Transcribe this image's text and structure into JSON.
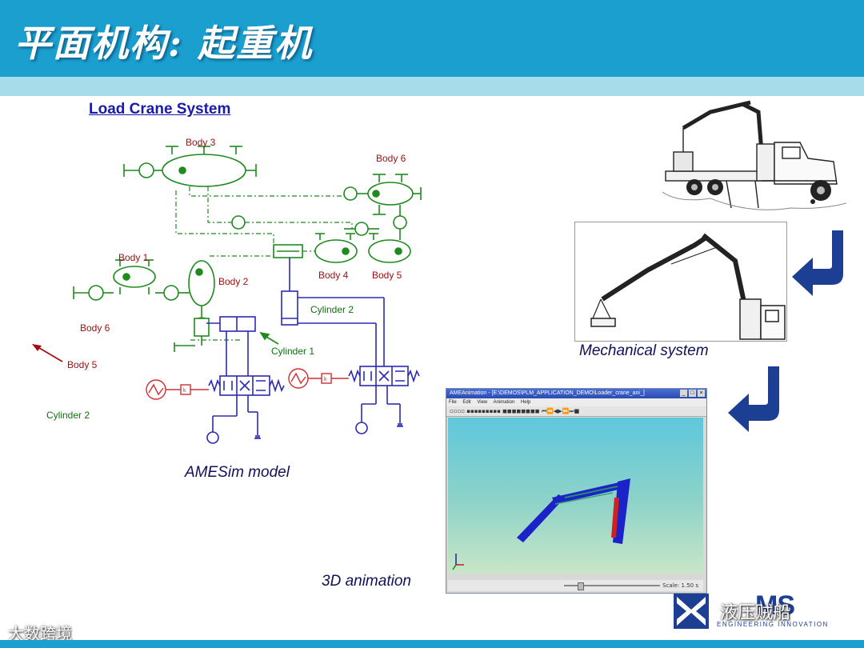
{
  "slide": {
    "title": "平面机构: 起重机",
    "accent_color": "#1a9fcf",
    "band_color": "#a7dcea"
  },
  "amesim": {
    "title": "Load Crane System",
    "labels": {
      "body3": "Body 3",
      "body6_top": "Body 6",
      "body1": "Body 1",
      "body2": "Body 2",
      "body4": "Body 4",
      "body5_right": "Body 5",
      "cylinder2_right": "Cylinder 2",
      "body6_left": "Body 6",
      "cylinder1": "Cylinder 1",
      "body5_left": "Body 5",
      "cylinder2_left": "Cylinder 2"
    },
    "caption": "AMESim model"
  },
  "mechanical": {
    "caption": "Mechanical system"
  },
  "animation": {
    "window_title": "AMEAnimation - [E:\\DEMOS\\PLM_APPLICATION_DEMO\\Loader_crane_ani_]",
    "menu": [
      "File",
      "Edit",
      "View",
      "Animation",
      "Help"
    ],
    "zoom_text": "Scale: 1.50 s",
    "caption": "3D animation"
  },
  "logo": {
    "letters": "MS",
    "tagline": "ENGINEERING INNOVATION",
    "watermark": "液压贼船",
    "brand_color": "#1c3f94"
  },
  "watermark_bottom": "大数跨境"
}
